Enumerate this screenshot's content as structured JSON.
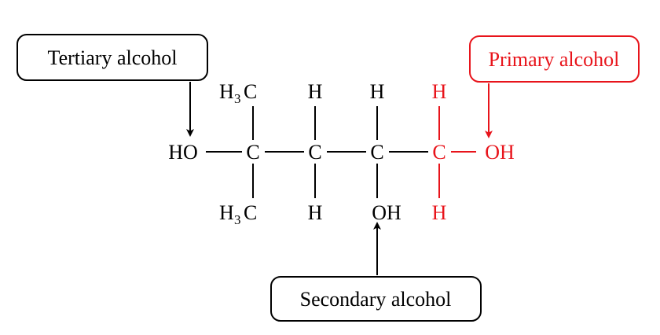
{
  "colors": {
    "black": "#000000",
    "highlight": "#e8141b"
  },
  "labels": {
    "tertiary": "Tertiary alcohol",
    "primary": "Primary alcohol",
    "secondary": "Secondary alcohol"
  },
  "molecule": {
    "c1_top": {
      "main": "H",
      "sub": "3",
      "tail": "C"
    },
    "c1_bottom": {
      "main": "H",
      "sub": "3",
      "tail": "C"
    },
    "ho_left": "HO",
    "carbon": "C",
    "h": "H",
    "oh_bottom": "OH",
    "oh_right": "OH"
  }
}
